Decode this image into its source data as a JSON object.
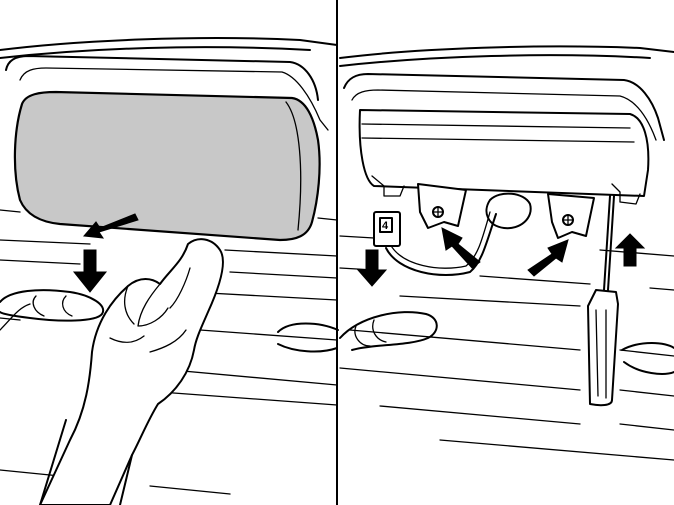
{
  "figure": {
    "panels": [
      {
        "id": "left",
        "content": "lens-removal"
      },
      {
        "id": "right",
        "content": "lamp-unit-removal"
      }
    ],
    "connector_label": "4"
  }
}
